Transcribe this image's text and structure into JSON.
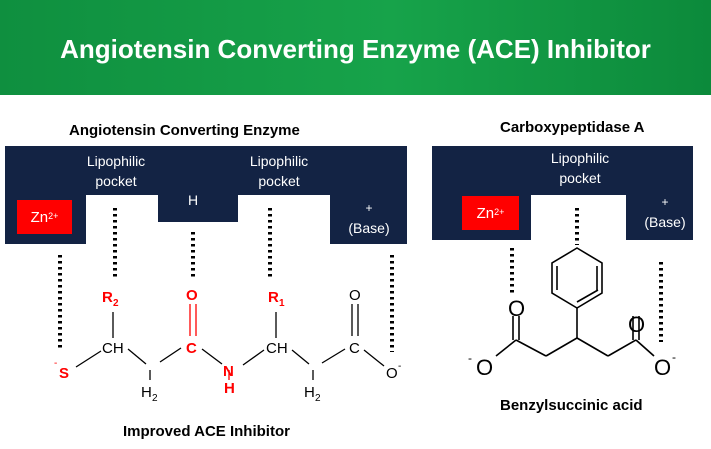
{
  "header": {
    "title": "Angiotensin Converting Enzyme (ACE) Inhibitor"
  },
  "colors": {
    "banner_green": "#17a34a",
    "pocket_navy": "#132344",
    "zinc_red": "#ff0000",
    "highlight_red": "#ff0000"
  },
  "ace": {
    "title": "Angiotensin Converting Enzyme",
    "zinc": {
      "label": "Zn",
      "charge": "2+"
    },
    "pocket1": {
      "line1": "Lipophilic",
      "line2": "pocket"
    },
    "h_site": "H",
    "pocket2": {
      "line1": "Lipophilic",
      "line2": "pocket"
    },
    "base": {
      "line1": "+",
      "line2": "(Base)"
    },
    "inhibitor_caption": "Improved ACE Inhibitor",
    "atoms": {
      "s_charge": "-",
      "s": "S",
      "r2": "R",
      "r2_sub": "2",
      "o_carbonyl": "O",
      "r1": "R",
      "r1_sub": "1",
      "o_acid": "O",
      "ch1": "CH",
      "ch2": "CH",
      "c1": "C",
      "c2": "C",
      "h2_1": "H",
      "h2_1_sub": "2",
      "h2_2": "H",
      "h2_2_sub": "2",
      "n": "N",
      "nh": "H",
      "o_minus": "O",
      "o_minus_charge": "-"
    }
  },
  "cpa": {
    "title": "Carboxypeptidase A",
    "zinc": {
      "label": "Zn",
      "charge": "2+"
    },
    "pocket": {
      "line1": "Lipophilic",
      "line2": "pocket"
    },
    "base": {
      "line1": "+",
      "line2": "(Base)"
    },
    "compound_caption": "Benzylsuccinic acid",
    "atoms": {
      "o_left_charge": "-",
      "o_left": "O",
      "o_left_top": "O",
      "o_right_top": "O",
      "o_right": "O",
      "o_right_charge": "-"
    }
  }
}
